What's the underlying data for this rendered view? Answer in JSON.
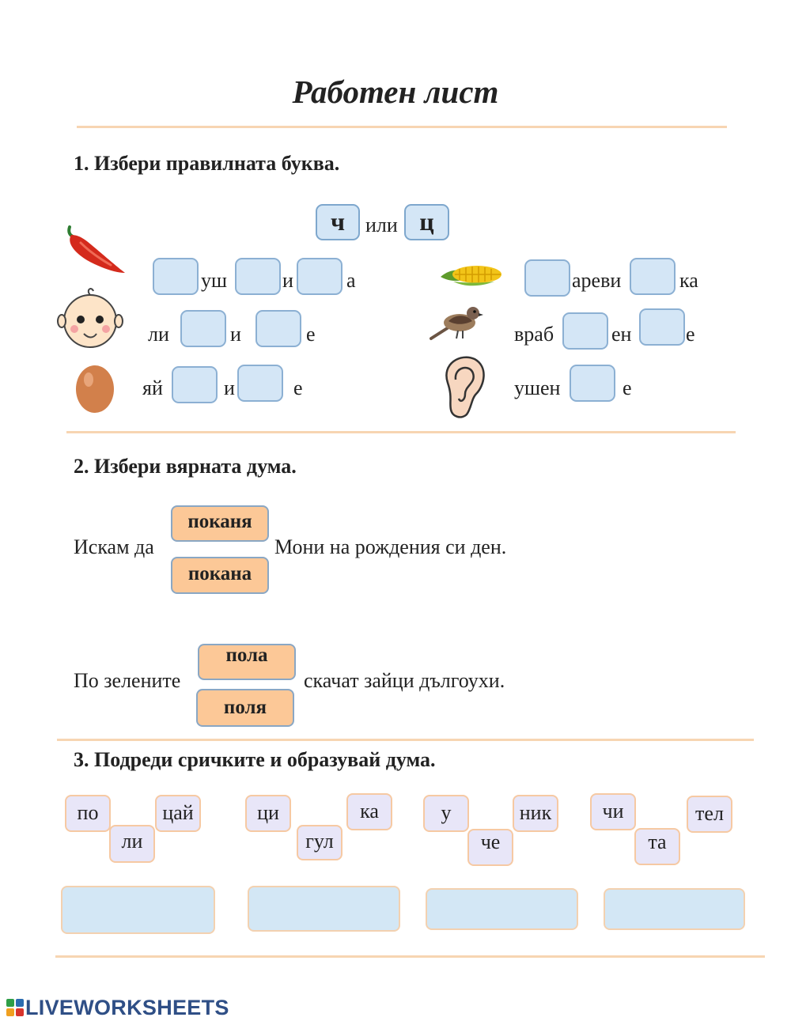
{
  "title": "Работен лист",
  "section1": {
    "heading": "1. Избери правилната буква.",
    "letter1": "ч",
    "or": "или",
    "letter2": "ц",
    "row1_left": [
      "уш",
      "и",
      "а"
    ],
    "row1_right": [
      "ареви",
      "ка"
    ],
    "row2_left": [
      "ли",
      "и",
      "е"
    ],
    "row2_right": [
      "враб",
      "ен",
      "е"
    ],
    "row3_left": [
      "яй",
      "и",
      "е"
    ],
    "row3_right": [
      "ушен",
      "е"
    ]
  },
  "section2": {
    "heading": "2. Избери вярната дума.",
    "s1_before": "Искам да",
    "s1_options": [
      "поканя",
      "покана"
    ],
    "s1_after": "Мони на рождения си ден.",
    "s2_before": "По зелените",
    "s2_options": [
      "пола",
      "поля"
    ],
    "s2_after": "скачат зайци дългоухи."
  },
  "section3": {
    "heading": "3. Подреди сричките и образувай дума.",
    "group1": [
      "по",
      "цай",
      "ли"
    ],
    "group2": [
      "ци",
      "ка",
      "гул"
    ],
    "group3": [
      "у",
      "ник",
      "че"
    ],
    "group4": [
      "чи",
      "тел",
      "та"
    ]
  },
  "logo": {
    "text": "LIVEWORKSHEETS"
  },
  "icons": [
    "pepper-icon",
    "baby-face-icon",
    "egg-icon",
    "corn-icon",
    "sparrow-icon",
    "ear-icon"
  ]
}
